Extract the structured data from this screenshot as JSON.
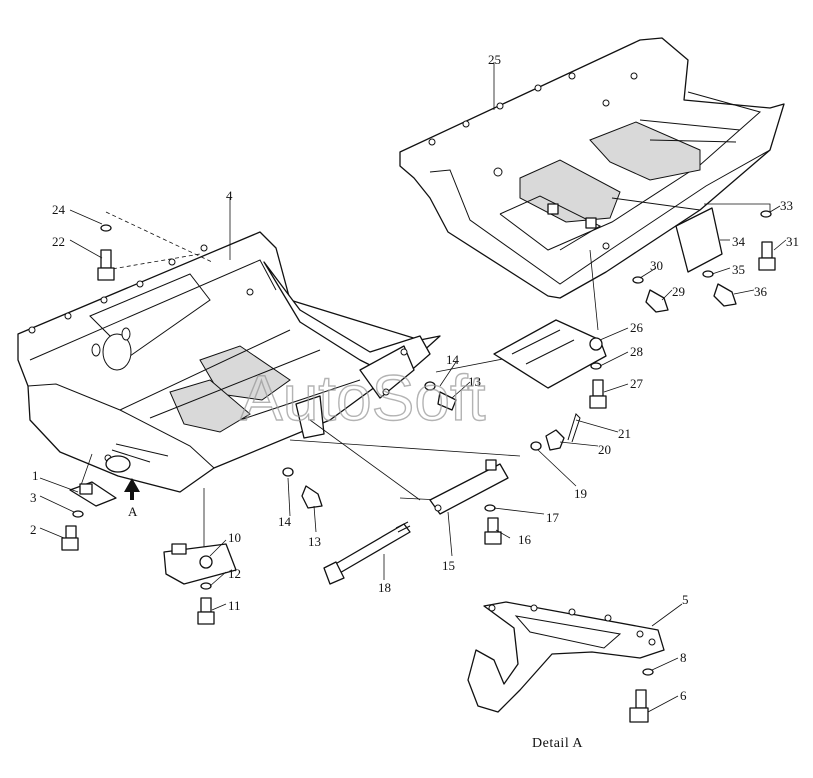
{
  "watermark": "AutoSoft",
  "caption": "Detail A",
  "view_arrow_label": "A",
  "callouts": [
    "1",
    "2",
    "3",
    "4",
    "5",
    "6",
    "8",
    "10",
    "11",
    "12",
    "13",
    "13",
    "14",
    "14",
    "15",
    "16",
    "17",
    "18",
    "19",
    "20",
    "21",
    "22",
    "24",
    "25",
    "26",
    "27",
    "28",
    "29",
    "30",
    "31",
    "33",
    "34",
    "35",
    "36"
  ]
}
